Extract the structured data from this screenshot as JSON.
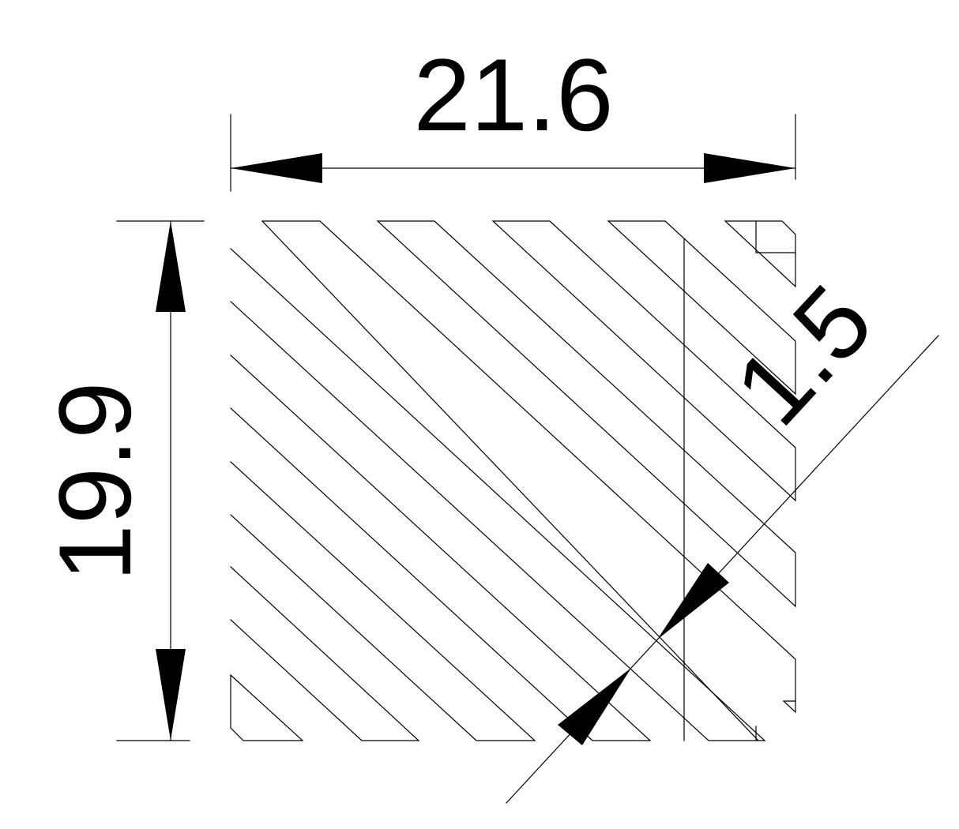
{
  "drawing": {
    "type": "hatch-pattern-dimension-drawing",
    "dimensions": {
      "width_label": "21.6",
      "height_label": "19.9",
      "spacing_label": "1.5"
    },
    "colors": {
      "stroke": "#000000",
      "background": "#ffffff"
    }
  }
}
